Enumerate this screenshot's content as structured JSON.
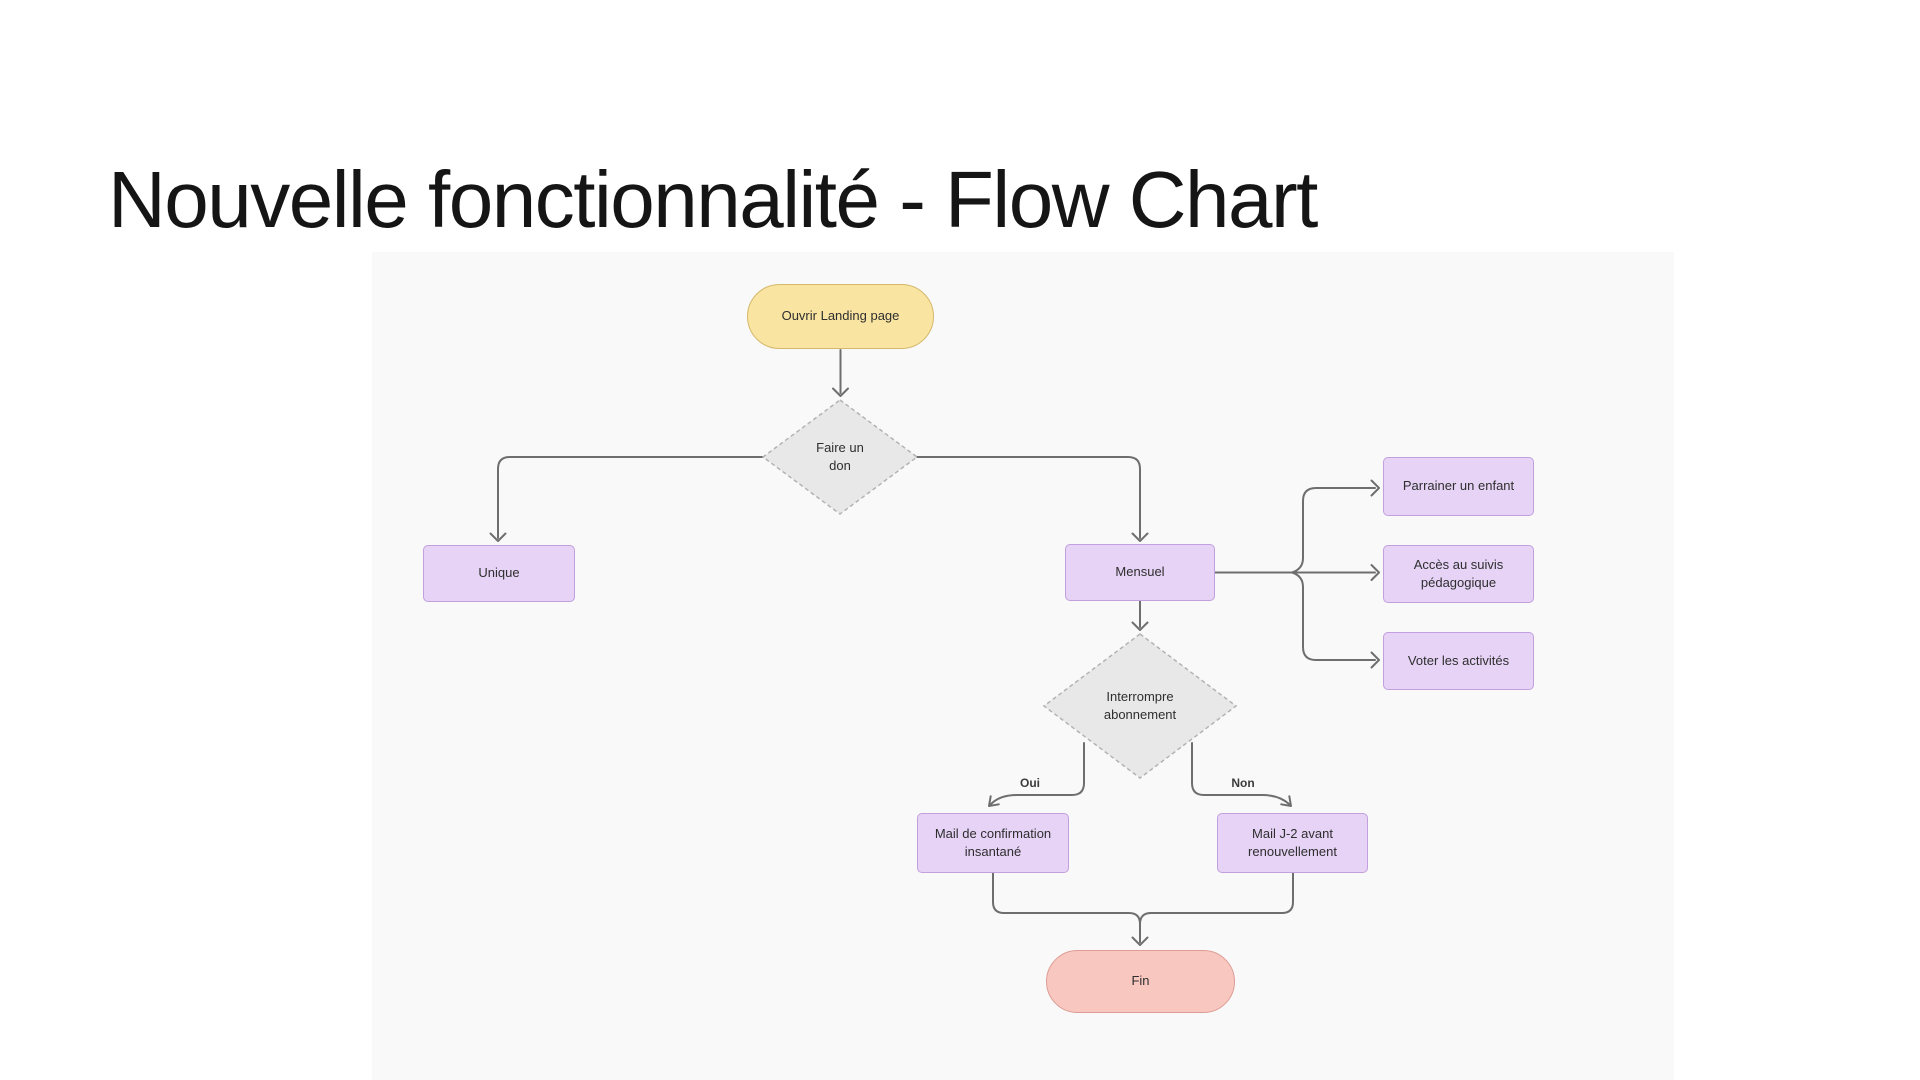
{
  "page": {
    "title": "Nouvelle fonctionnalité - Flow Chart"
  },
  "flowchart": {
    "nodes": {
      "start": {
        "label": "Ouvrir Landing page",
        "shape": "terminator",
        "fill": "#F9E4A2",
        "border": "#D4B86A"
      },
      "decision_don": {
        "label": "Faire un\ndon",
        "shape": "decision",
        "fill": "#E8E8E8",
        "border": "#B3B3B3"
      },
      "unique": {
        "label": "Unique",
        "shape": "process",
        "fill": "#E6D3F6",
        "border": "#C2A0DE"
      },
      "mensuel": {
        "label": "Mensuel",
        "shape": "process",
        "fill": "#E6D3F6",
        "border": "#C2A0DE"
      },
      "parrainer": {
        "label": "Parrainer un enfant",
        "shape": "process",
        "fill": "#E6D3F6",
        "border": "#C2A0DE"
      },
      "acces": {
        "label": "Accès  au suivis\npédagogique",
        "shape": "process",
        "fill": "#E6D3F6",
        "border": "#C2A0DE"
      },
      "voter": {
        "label": "Voter les activités",
        "shape": "process",
        "fill": "#E6D3F6",
        "border": "#C2A0DE"
      },
      "decision_interrompre": {
        "label": "Interrompre\nabonnement",
        "shape": "decision",
        "fill": "#E8E8E8",
        "border": "#B3B3B3"
      },
      "mail_confirmation": {
        "label": "Mail de confirmation\ninsantané",
        "shape": "process",
        "fill": "#E6D3F6",
        "border": "#C2A0DE"
      },
      "mail_j2": {
        "label": "Mail J-2 avant\nrenouvellement",
        "shape": "process",
        "fill": "#E6D3F6",
        "border": "#C2A0DE"
      },
      "fin": {
        "label": "Fin",
        "shape": "terminator",
        "fill": "#F8C7C0",
        "border": "#DD9D95"
      }
    },
    "edge_labels": {
      "yes": "Oui",
      "no": "Non"
    },
    "colors": {
      "canvas_background": "#F9F9F9",
      "page_background": "#FFFFFF",
      "connector": "#6E6E6E",
      "title_text": "#151515",
      "node_text": "#2E2E2E"
    }
  }
}
